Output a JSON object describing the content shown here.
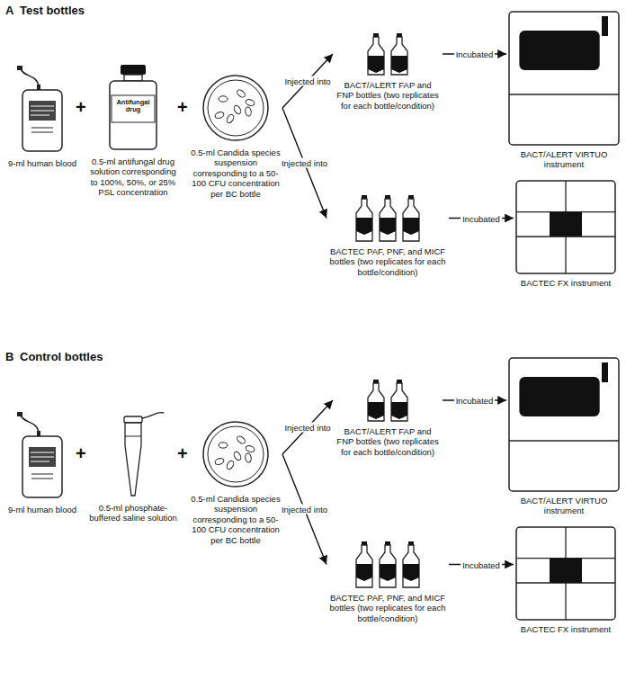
{
  "diagram": {
    "nodes": [
      {
        "text": [
          "9-ml human blood"
        ]
      },
      {
        "text": [
          "Antifungal drug",
          "0.5-ml antifungal drug solution corresponding to 100%, 50%, or 25% PSL concentration"
        ]
      },
      {
        "text": [
          "0.5-ml Candida species suspension corresponding to a 50-100 CFU concentration per BC bottle"
        ]
      },
      {
        "text": [
          "BACT/ALERT FAP and FNP bottles (two replicates for each bottle/condition)"
        ]
      },
      {
        "text": [
          "BACTEC PAF, PNF, and MICF bottles (two replicates for each bottle/condition)"
        ]
      },
      {
        "text": [
          "BACT/ALERT VIRTUO instrument"
        ]
      },
      {
        "text": [
          "BACTEC FX instrument"
        ]
      },
      {
        "text": [
          "9-ml human blood"
        ]
      },
      {
        "text": [
          "0.5-ml phosphate-buffered saline solution"
        ]
      },
      {
        "text": [
          "0.5-ml Candida species suspension corresponding to a 50-100 CFU concentration per BC bottle"
        ]
      },
      {
        "text": [
          "BACT/ALERT FAP and FNP bottles (two replicates for each bottle/condition)"
        ]
      },
      {
        "text": [
          "BACTEC PAF, PNF, and MICF bottles (two replicates for each bottle/condition)"
        ]
      },
      {
        "text": [
          "BACT/ALERT VIRTUO instrument"
        ]
      },
      {
        "text": [
          "BACTEC FX instrument"
        ]
      }
    ],
    "edges": [
      {
        "from": 2,
        "to": 3,
        "label": "Injected into",
        "arrow": "to"
      },
      {
        "from": 2,
        "to": 4,
        "label": "Injected into",
        "arrow": "to"
      },
      {
        "from": 3,
        "to": 5,
        "label": "Incubated",
        "arrow": "to"
      },
      {
        "from": 4,
        "to": 6,
        "label": "Incubated",
        "arrow": "to"
      },
      {
        "from": 9,
        "to": 10,
        "label": "Injected into",
        "arrow": "to"
      },
      {
        "from": 9,
        "to": 11,
        "label": "Injected into",
        "arrow": "to"
      },
      {
        "from": 10,
        "to": 12,
        "label": "Incubated",
        "arrow": "to"
      },
      {
        "from": 11,
        "to": 13,
        "label": "Incubated",
        "arrow": "to"
      }
    ],
    "labels": [
      "A",
      "Test bottles",
      "+",
      "+",
      "B",
      "Control bottles",
      "+",
      "+"
    ]
  }
}
